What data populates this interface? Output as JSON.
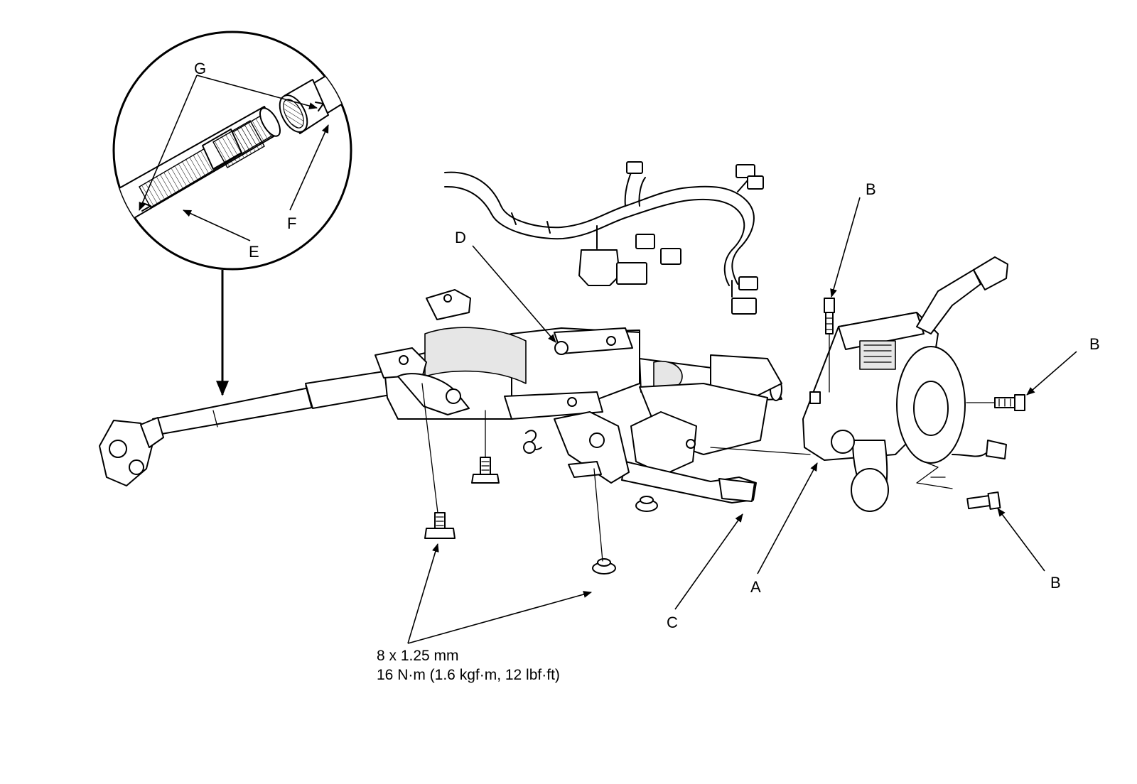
{
  "labels": {
    "a": "A",
    "b": "B",
    "c": "C",
    "d": "D",
    "e": "E",
    "f": "F",
    "g": "G"
  },
  "torque_spec": {
    "size": "8 x 1.25 mm",
    "torque": "16 N·m (1.6 kgf·m, 12 lbf·ft)"
  }
}
